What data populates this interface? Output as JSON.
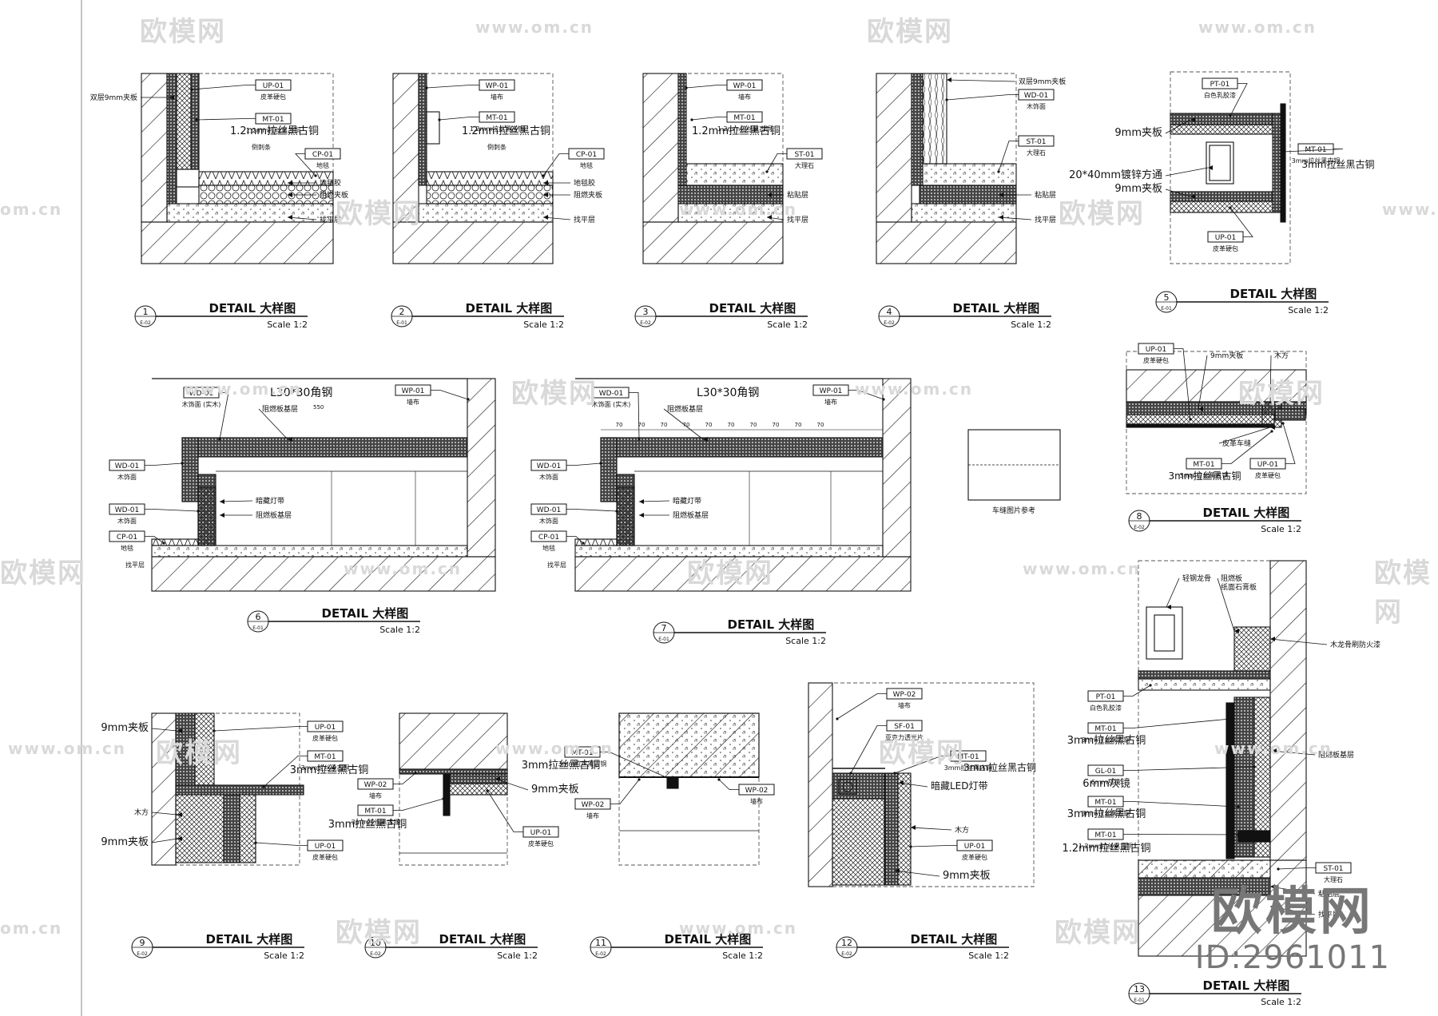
{
  "watermark": {
    "brand": "欧模网",
    "url": "www.om.cn",
    "url_short": "om.cn",
    "id": "ID:2961011"
  },
  "details": [
    {
      "num": "1",
      "sheet": "E-02",
      "title": "DETAIL 大样图",
      "scale": "Scale 1:2"
    },
    {
      "num": "2",
      "sheet": "E-01",
      "title": "DETAIL 大样图",
      "scale": "Scale 1:2"
    },
    {
      "num": "3",
      "sheet": "E-02",
      "title": "DETAIL 大样图",
      "scale": "Scale 1:2"
    },
    {
      "num": "4",
      "sheet": "E-02",
      "title": "DETAIL 大样图",
      "scale": "Scale 1:2"
    },
    {
      "num": "5",
      "sheet": "E-01",
      "title": "DETAIL 大样图",
      "scale": "Scale 1:2"
    },
    {
      "num": "6",
      "sheet": "E-01",
      "title": "DETAIL 大样图",
      "scale": "Scale 1:2"
    },
    {
      "num": "7",
      "sheet": "E-01",
      "title": "DETAIL 大样图",
      "scale": "Scale 1:2"
    },
    {
      "num": "8",
      "sheet": "E-02",
      "title": "DETAIL 大样图",
      "scale": "Scale 1:2"
    },
    {
      "num": "9",
      "sheet": "E-02",
      "title": "DETAIL 大样图",
      "scale": "Scale 1:2"
    },
    {
      "num": "10",
      "sheet": "E-02",
      "title": "DETAIL 大样图",
      "scale": "Scale 1:2"
    },
    {
      "num": "11",
      "sheet": "E-02",
      "title": "DETAIL 大样图",
      "scale": "Scale 1:2"
    },
    {
      "num": "12",
      "sheet": "E-02",
      "title": "DETAIL 大样图",
      "scale": "Scale 1:2"
    },
    {
      "num": "13",
      "sheet": "E-01",
      "title": "DETAIL 大样图",
      "scale": "Scale 1:2"
    }
  ],
  "tags": {
    "d1": {
      "up": "UP-01",
      "up_t": "皮革硬包",
      "mt": "MT-01",
      "mt_t": "1.2mm拉丝黑古铜",
      "cp": "CP-01",
      "cp_t": "地毯",
      "ply": "双层9mm夹板",
      "edge": "倒刺条",
      "pad": "地毯胶",
      "board": "阻燃夹板",
      "screed": "找平层"
    },
    "d2": {
      "wp": "WP-01",
      "wp_t": "墙布",
      "mt": "MT-01",
      "mt_t": "1.2mm拉丝黑古铜",
      "cp": "CP-01",
      "cp_t": "地毯",
      "edge": "倒刺条",
      "pad": "地毯胶",
      "board": "阻燃夹板",
      "screed": "找平层"
    },
    "d3": {
      "wp": "WP-01",
      "wp_t": "墙布",
      "mt": "MT-01",
      "mt_t": "1.2mm拉丝黑古铜",
      "st": "ST-01",
      "st_t": "大理石",
      "bond": "粘贴层",
      "screed": "找平层"
    },
    "d4": {
      "ply": "双层9mm夹板",
      "wd": "WD-01",
      "wd_t": "木饰面",
      "st": "ST-01",
      "st_t": "大理石",
      "bond": "粘贴层",
      "screed": "找平层"
    },
    "d5": {
      "pt": "PT-01",
      "pt_t": "白色乳胶漆",
      "ply1": "9mm夹板",
      "tube": "20*40mm镀锌方通",
      "ply2": "9mm夹板",
      "mt": "MT-01",
      "mt_t": "3mm拉丝黑古铜",
      "up": "UP-01",
      "up_t": "皮革硬包"
    },
    "d6": {
      "wd1": "WD-01",
      "wd1_t": "木饰面 (实木)",
      "angle": "L30*30角钢",
      "base": "阻燃板基层",
      "wp": "WP-01",
      "wp_t": "墙布",
      "wd2": "WD-01",
      "wd2_t": "木饰面",
      "light": "暗藏灯带",
      "base2": "阻燃板基层",
      "wd3": "WD-01",
      "wd3_t": "木饰面",
      "cp": "CP-01",
      "cp_t": "地毯",
      "screed": "找平层",
      "dim": "550"
    },
    "d7": {
      "wd1": "WD-01",
      "wd1_t": "木饰面 (实木)",
      "angle": "L30*30角钢",
      "base": "阻燃板基层",
      "wp": "WP-01",
      "wp_t": "墙布",
      "wd2": "WD-01",
      "wd2_t": "木饰面",
      "light": "暗藏灯带",
      "base2": "阻燃板基层",
      "wd3": "WD-01",
      "wd3_t": "木饰面",
      "cp": "CP-01",
      "cp_t": "地毯",
      "screed": "找平层",
      "dim": "70"
    },
    "ref": {
      "t": "车缝图片参考"
    },
    "d8": {
      "up": "UP-01",
      "up_t": "皮革硬包",
      "ply": "9mm夹板",
      "wood": "木方",
      "seam": "皮革车缝",
      "mt": "MT-01",
      "mt_t": "3mm拉丝黑古铜",
      "up2": "UP-01",
      "up2_t": "皮革硬包"
    },
    "d9": {
      "ply1": "9mm夹板",
      "up": "UP-01",
      "up_t": "皮革硬包",
      "mt": "MT-01",
      "mt_t": "3mm拉丝黑古铜",
      "wood": "木方",
      "ply2": "9mm夹板",
      "up2": "UP-01",
      "up2_t": "皮革硬包"
    },
    "d10": {
      "wp": "WP-02",
      "wp_t": "墙布",
      "mt": "MT-01",
      "mt_t": "3mm拉丝黑古铜",
      "ply": "9mm夹板",
      "up": "UP-01",
      "up_t": "皮革硬包"
    },
    "d11": {
      "mt": "MT-01",
      "mt_t": "3mm拉丝黑古铜",
      "wp1": "WP-02",
      "wp1_t": "墙布",
      "wp2": "WP-02",
      "wp2_t": "墙布"
    },
    "d12": {
      "wp": "WP-02",
      "wp_t": "墙布",
      "sf": "SF-01",
      "sf_t": "亚克力透光片",
      "mt": "MT-01",
      "mt_t": "3mm拉丝黑古铜",
      "led": "暗藏LED灯带",
      "wood": "木方",
      "up": "UP-01",
      "up_t": "皮革硬包",
      "ply": "9mm夹板"
    },
    "d13": {
      "keel": "轻钢龙骨",
      "gyp": "阻燃板\n纸面石膏板",
      "fire": "木龙骨刷防火漆",
      "pt": "PT-01",
      "pt_t": "白色乳胶漆",
      "mt1": "MT-01",
      "mt1_t": "3mm拉丝黑古铜",
      "base": "阻燃板基层",
      "gl": "GL-01",
      "gl_t": "6mm灰镜",
      "mt2": "MT-01",
      "mt2_t": "3mm拉丝黑古铜",
      "mt3": "MT-01",
      "mt3_t": "1.2mm拉丝黑古铜",
      "st": "ST-01",
      "st_t": "大理石",
      "bond": "粘贴层",
      "screed": "找平层"
    }
  }
}
